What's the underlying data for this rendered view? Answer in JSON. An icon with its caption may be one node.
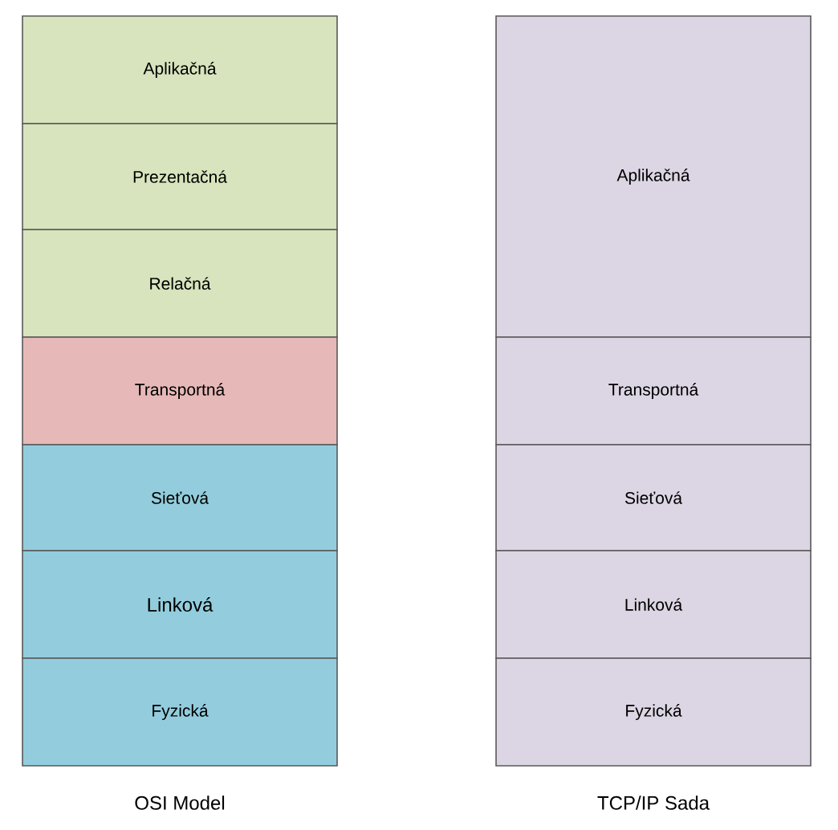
{
  "diagram": {
    "nodes": [
      {
        "text": [
          "Aplikačná"
        ]
      },
      {
        "text": [
          "Prezentačná"
        ]
      },
      {
        "text": [
          "Relačná"
        ]
      },
      {
        "text": [
          "Transportná"
        ]
      },
      {
        "text": [
          "Sieťová"
        ]
      },
      {
        "text": [
          "Linková"
        ]
      },
      {
        "text": [
          "Fyzická"
        ]
      },
      {
        "text": [
          "Aplikačná"
        ]
      },
      {
        "text": [
          "Transportná"
        ]
      },
      {
        "text": [
          "Sieťová"
        ]
      },
      {
        "text": [
          "Linková"
        ]
      },
      {
        "text": [
          "Fyzická"
        ]
      }
    ],
    "labels": [
      "OSI Model",
      "TCP/IP Sada"
    ]
  }
}
